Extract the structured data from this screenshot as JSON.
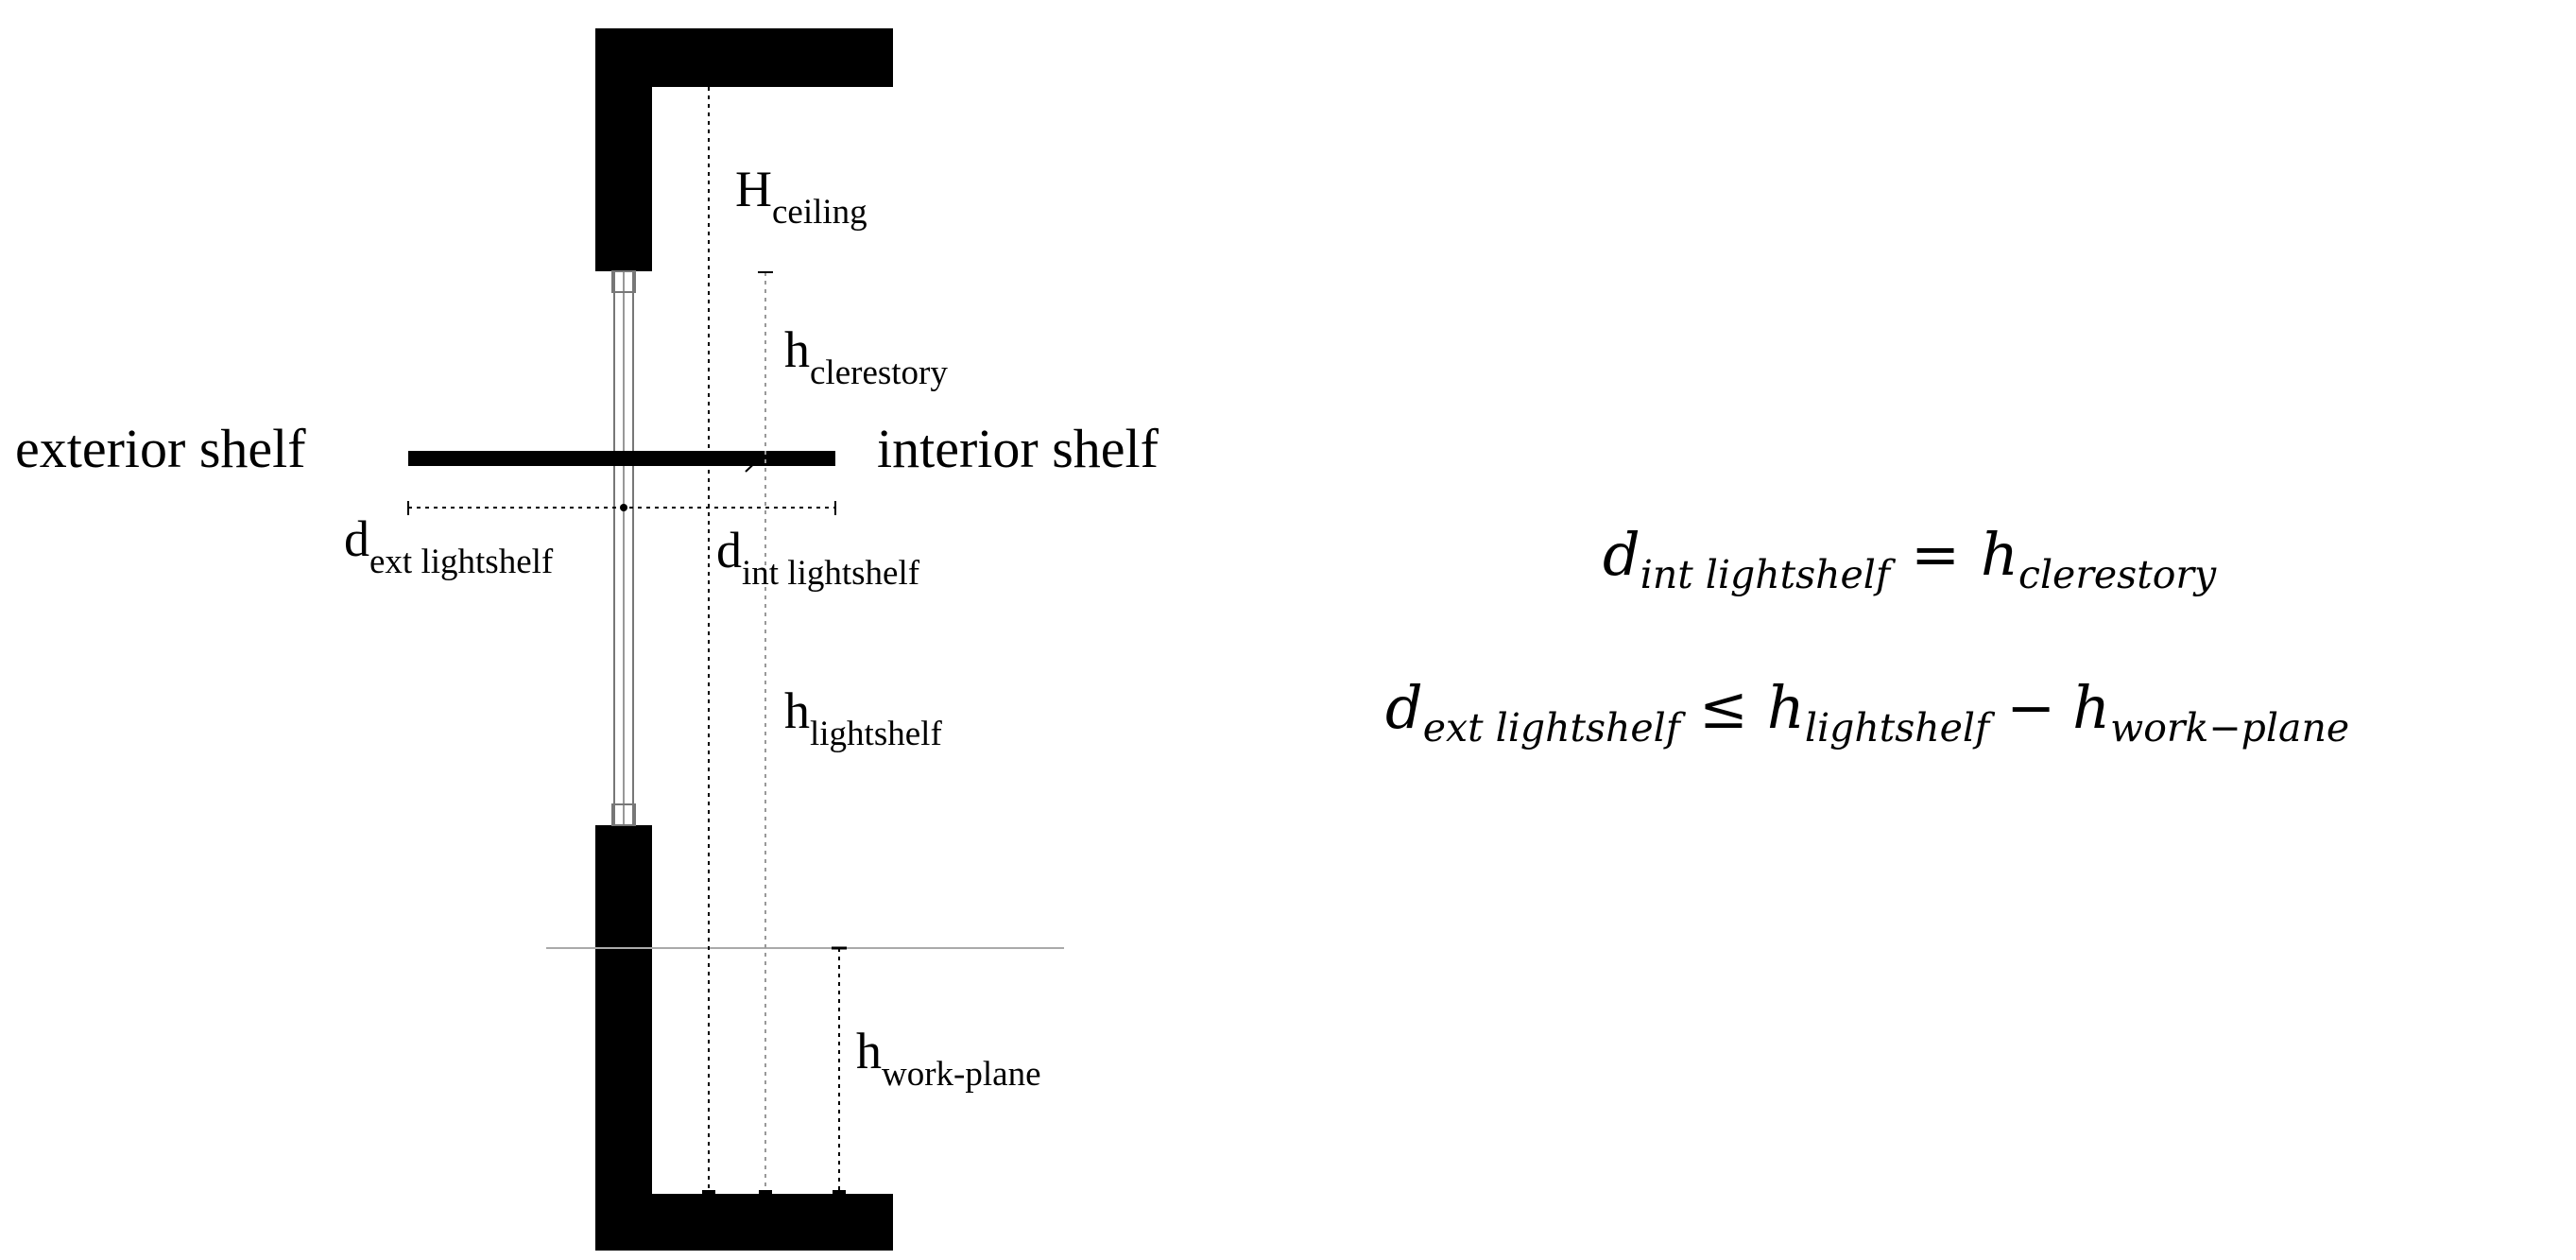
{
  "labels": {
    "h_ceiling": {
      "main": "H",
      "sub": "ceiling"
    },
    "h_clerestory": {
      "main": "h",
      "sub": "clerestory"
    },
    "exterior_shelf": "exterior shelf",
    "interior_shelf": "interior shelf",
    "d_ext_lightshelf": {
      "main": "d",
      "sub": "ext lightshelf"
    },
    "d_int_lightshelf": {
      "main": "d",
      "sub": "int lightshelf"
    },
    "h_lightshelf": {
      "main": "h",
      "sub": "lightshelf"
    },
    "h_work_plane": {
      "main": "h",
      "sub": "work-plane"
    }
  },
  "equations": {
    "eq1": {
      "lhs_main": "d",
      "lhs_sub": "int lightshelf",
      "operator": "=",
      "rhs_main": "h",
      "rhs_sub": "clerestory"
    },
    "eq2": {
      "lhs_main": "d",
      "lhs_sub": "ext lightshelf",
      "operator": "≤",
      "term1_main": "h",
      "term1_sub": "lightshelf",
      "minus": "−",
      "term2_main": "h",
      "term2_sub": "work−plane"
    }
  }
}
